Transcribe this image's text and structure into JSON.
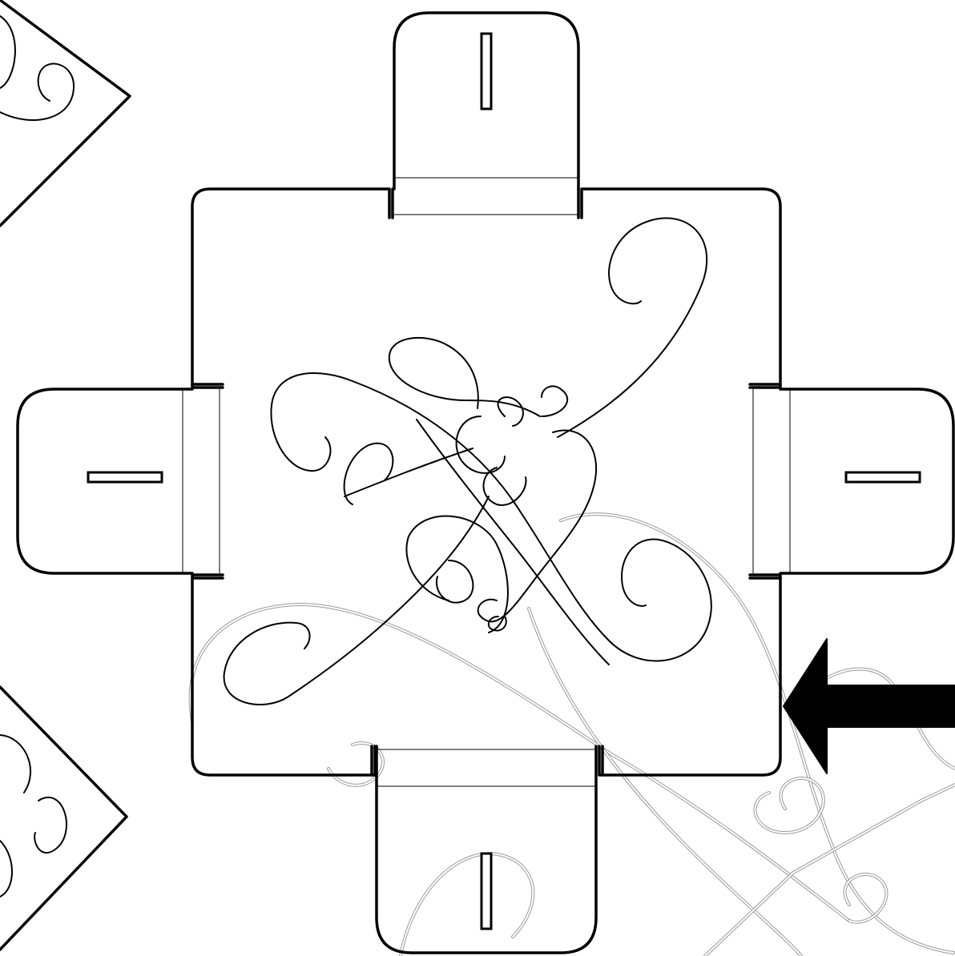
{
  "diagram": {
    "kind": "box-template-fold-diagram",
    "colors": {
      "outline": "#000000",
      "ghost": "#9a9a9a",
      "background": "#ffffff"
    },
    "parts": [
      "center-panel",
      "tab-top",
      "tab-left",
      "tab-right",
      "tab-bottom",
      "direction-arrow",
      "ghost-panel",
      "neighbor-panel-top",
      "neighbor-panel-bottom"
    ],
    "arrow": {
      "direction": "left"
    },
    "text": []
  }
}
